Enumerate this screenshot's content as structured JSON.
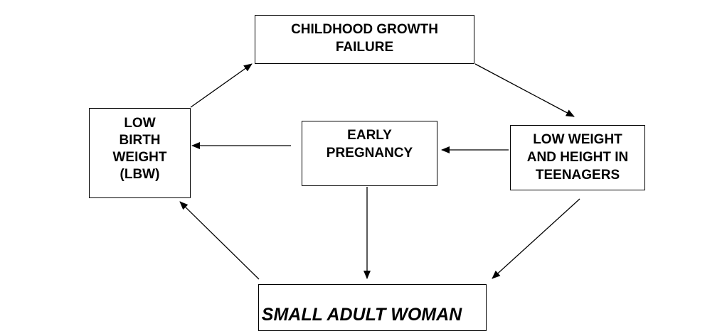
{
  "diagram": {
    "nodes": {
      "childhood_growth_failure": [
        "CHILDHOOD GROWTH",
        "FAILURE"
      ],
      "low_birth_weight": [
        "LOW",
        "BIRTH",
        "WEIGHT",
        "(LBW)"
      ],
      "early_pregnancy": [
        "EARLY",
        "PREGNANCY"
      ],
      "low_weight_height_teenagers": [
        "LOW WEIGHT",
        "AND HEIGHT IN",
        "TEENAGERS"
      ],
      "small_adult_woman": [
        "SMALL ADULT WOMAN"
      ]
    },
    "edges": [
      {
        "from": "low_birth_weight",
        "to": "childhood_growth_failure"
      },
      {
        "from": "childhood_growth_failure",
        "to": "low_weight_height_teenagers"
      },
      {
        "from": "low_weight_height_teenagers",
        "to": "early_pregnancy"
      },
      {
        "from": "early_pregnancy",
        "to": "low_birth_weight"
      },
      {
        "from": "early_pregnancy",
        "to": "small_adult_woman"
      },
      {
        "from": "low_weight_height_teenagers",
        "to": "small_adult_woman"
      },
      {
        "from": "small_adult_woman",
        "to": "low_birth_weight"
      }
    ],
    "colors": {
      "line": "#000000",
      "box_fill": "#ffffff",
      "text": "#000000"
    }
  }
}
